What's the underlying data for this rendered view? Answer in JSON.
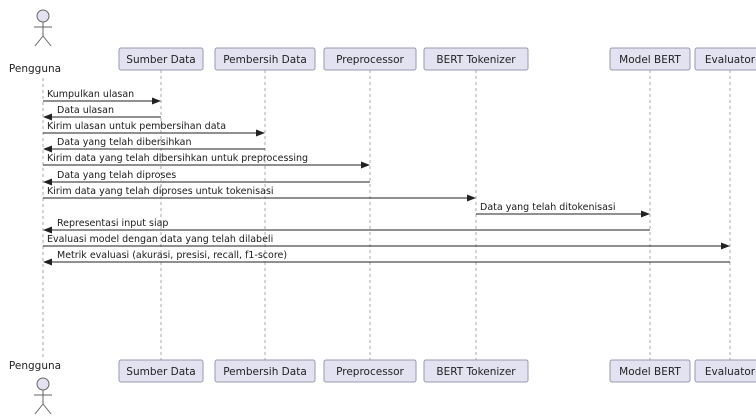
{
  "diagram": {
    "actor": {
      "label": "Pengguna"
    },
    "participants": [
      {
        "id": "sumber",
        "label": "Sumber Data"
      },
      {
        "id": "pembersih",
        "label": "Pembersih Data"
      },
      {
        "id": "preprocessor",
        "label": "Preprocessor"
      },
      {
        "id": "tokenizer",
        "label": "BERT Tokenizer"
      },
      {
        "id": "model",
        "label": "Model BERT"
      },
      {
        "id": "evaluator",
        "label": "Evaluator"
      }
    ],
    "messages": [
      {
        "from": "actor",
        "to": "sumber",
        "text": "Kumpulkan ulasan"
      },
      {
        "from": "sumber",
        "to": "actor",
        "text": "Data ulasan"
      },
      {
        "from": "actor",
        "to": "pembersih",
        "text": "Kirim ulasan untuk pembersihan data"
      },
      {
        "from": "pembersih",
        "to": "actor",
        "text": "Data yang telah dibersihkan"
      },
      {
        "from": "actor",
        "to": "preprocessor",
        "text": "Kirim data yang telah dibersihkan untuk preprocessing"
      },
      {
        "from": "preprocessor",
        "to": "actor",
        "text": "Data yang telah diproses"
      },
      {
        "from": "actor",
        "to": "tokenizer",
        "text": "Kirim data yang telah diproses untuk tokenisasi"
      },
      {
        "from": "tokenizer",
        "to": "model",
        "text": "Data yang telah ditokenisasi"
      },
      {
        "from": "model",
        "to": "actor",
        "text": "Representasi input siap"
      },
      {
        "from": "actor",
        "to": "evaluator",
        "text": "Evaluasi model dengan data yang telah dilabeli"
      },
      {
        "from": "evaluator",
        "to": "actor",
        "text": "Metrik evaluasi (akurasi, presisi, recall, f1-score)"
      }
    ]
  }
}
